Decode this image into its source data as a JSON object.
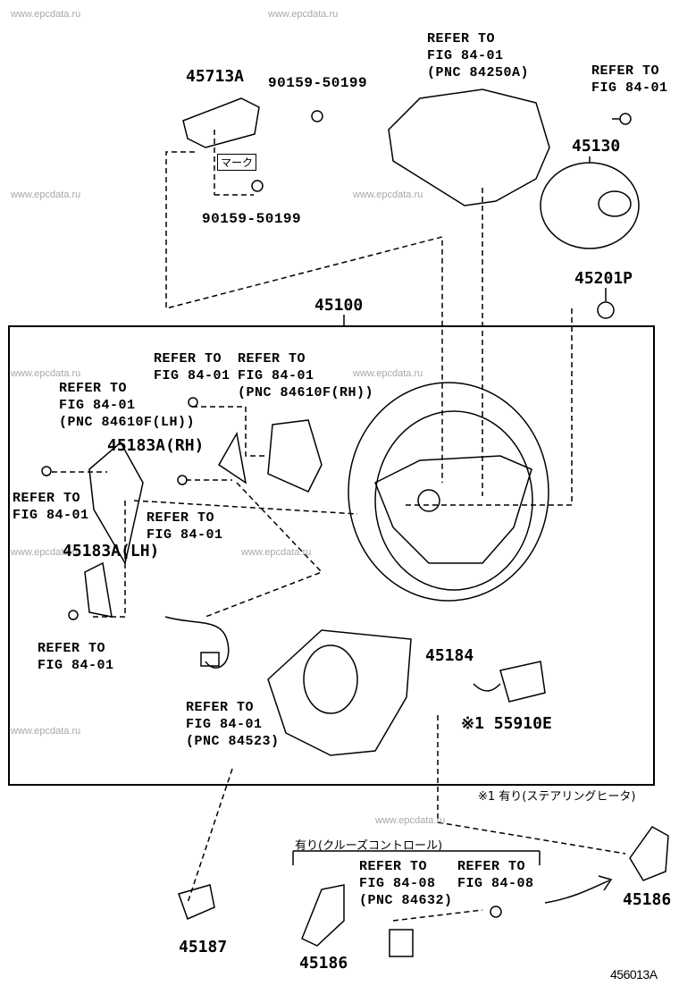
{
  "watermark": "www.epcdata.ru",
  "labels": {
    "p45713A": "45713A",
    "bolt_top": "90159-50199",
    "mark": "マーク",
    "bolt_bottom": "90159-50199",
    "ref_84250A": [
      "REFER TO",
      "FIG 84-01",
      "(PNC 84250A)"
    ],
    "ref_top_right": [
      "REFER TO",
      "FIG 84-01"
    ],
    "p45130": "45130",
    "p45201P": "45201P",
    "p45100": "45100",
    "ref_mid_a": [
      "REFER TO",
      "FIG 84-01"
    ],
    "ref_rh": [
      "REFER TO",
      "FIG 84-01",
      "(PNC 84610F(RH))"
    ],
    "ref_lh": [
      "REFER TO",
      "FIG 84-01",
      "(PNC 84610F(LH))"
    ],
    "p45183A_RH": "45183A(RH)",
    "ref_left": [
      "REFER TO",
      "FIG 84-01"
    ],
    "ref_center": [
      "REFER TO",
      "FIG 84-01"
    ],
    "p45183A_LH": "45183A(LH)",
    "ref_lower_left": [
      "REFER TO",
      "FIG 84-01"
    ],
    "ref_84523": [
      "REFER TO",
      "FIG 84-01",
      "(PNC 84523)"
    ],
    "p45184": "45184",
    "p55910E": "※1 55910E",
    "note_heater": "※1 有り(ステアリングヒータ)",
    "note_cruise": "有り(クルーズコントロール)",
    "ref_84632": [
      "REFER TO",
      "FIG 84-08",
      "(PNC 84632)"
    ],
    "ref_84_08": [
      "REFER TO",
      "FIG 84-08"
    ],
    "p45186_right": "45186",
    "p45187": "45187",
    "p45186_bottom": "45186",
    "figure_code": "456013A"
  }
}
